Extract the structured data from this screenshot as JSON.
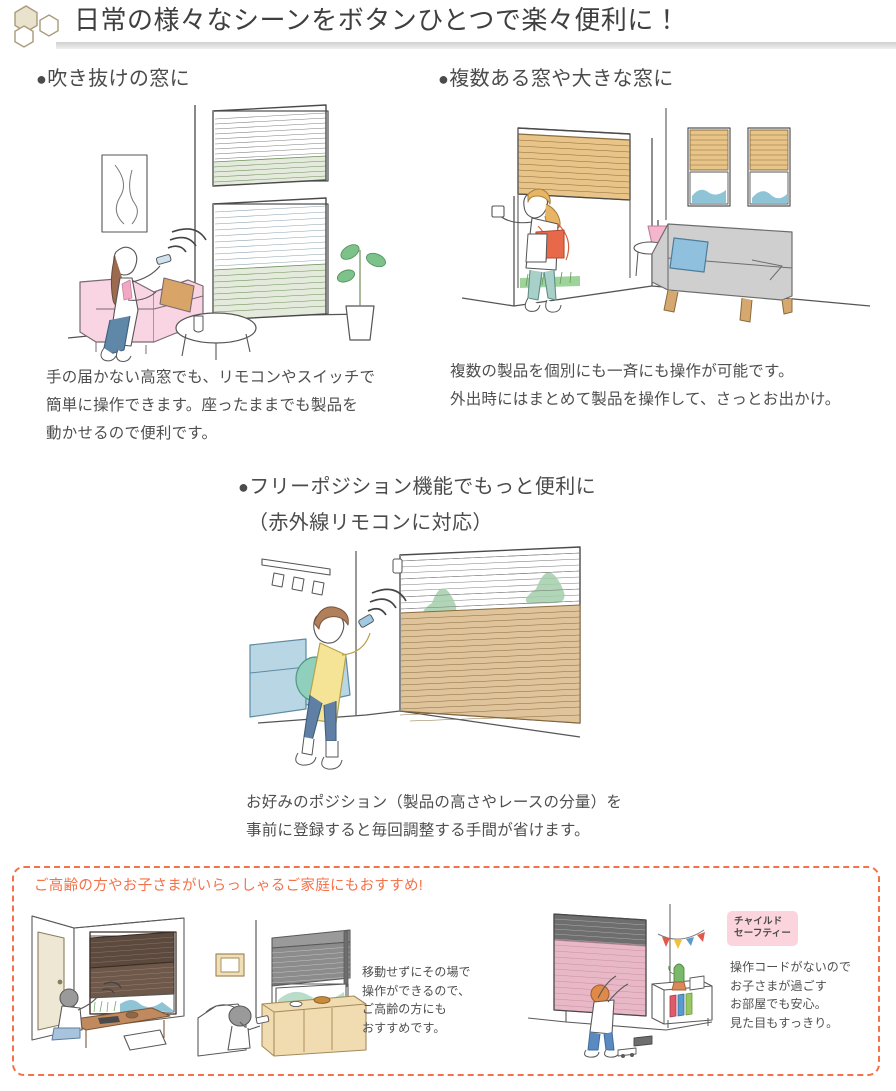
{
  "header": {
    "title": "日常の様々なシーンをボタンひとつで楽々便利に！",
    "logo_icon": "hexagon-cluster-icon"
  },
  "sections": {
    "left": {
      "heading_dot": "●",
      "heading": "吹き抜けの窓に",
      "illustration": "living-room-woman-on-pink-sofa-with-remote",
      "caption_lines": [
        "手の届かない高窓でも、リモコンやスイッチで",
        "簡単に操作できます。座ったままでも製品を",
        "動かせるので便利です。"
      ]
    },
    "right": {
      "heading_dot": "●",
      "heading": "複数ある窓や大きな窓に",
      "illustration": "living-room-woman-pressing-wall-switch-grey-sofa",
      "caption_lines": [
        "複数の製品を個別にも一斉にも操作が可能です。",
        "外出時にはまとめて製品を操作して、さっとお出かけ。"
      ]
    },
    "middle": {
      "heading_dot": "●",
      "heading_line1": "フリーポジション機能でもっと便利に",
      "heading_line2": "（赤外線リモコンに対応）",
      "illustration": "woman-in-yellow-coat-with-remote-large-blind",
      "caption_lines": [
        "お好みのポジション（製品の高さやレースの分量）を",
        "事前に登録すると毎回調整する手間が省けます。"
      ]
    }
  },
  "recommend_box": {
    "title": "ご高齢の方やお子さまがいらっしゃるご家庭にもおすすめ!",
    "border_color": "#f4724a",
    "panels": [
      {
        "illustration": "tatami-room-elderly-person-low-table-remote"
      },
      {
        "illustration": "bedroom-person-in-bed-with-remote"
      },
      {
        "caption_lines": [
          "移動せずにその場で",
          "操作ができるので、",
          "ご高齢の方にも",
          "おすすめです。"
        ]
      },
      {
        "illustration": "kids-room-child-playing-pink-blind"
      },
      {
        "badge": "チャイルド\nセーフティー",
        "badge_line1": "チャイルド",
        "badge_line2": "セーフティー",
        "badge_bg": "#fbd4de",
        "caption_lines": [
          "操作コードがないので",
          "お子さまが過ごす",
          "お部屋でも安心。",
          "見た目もすっきり。"
        ]
      }
    ]
  },
  "palette": {
    "title_text": "#3f3f3f",
    "body_text": "#4f4f4f",
    "accent_orange": "#f4724a",
    "badge_pink": "#fbd4de",
    "sofa_pink": "#f9d4e2",
    "blind_tan": "#d9b98a",
    "blind_green": "#6f8f5a",
    "logo_beige": "#e4dcc4"
  }
}
